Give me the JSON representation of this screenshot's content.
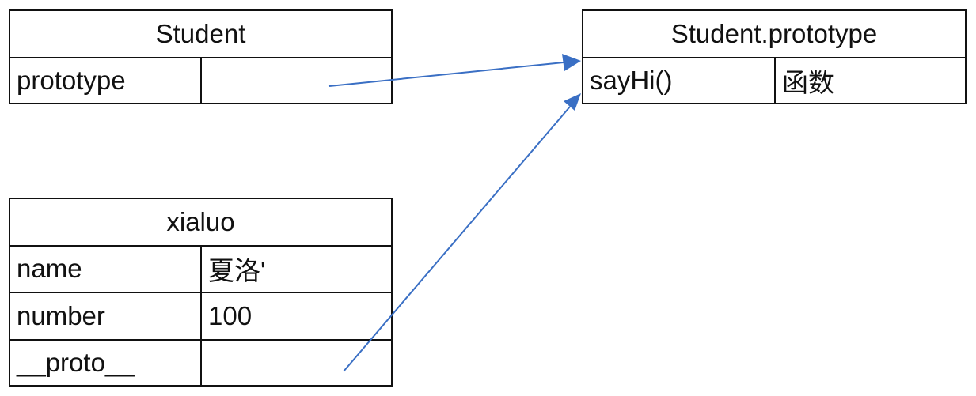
{
  "diagram": {
    "student": {
      "title": "Student",
      "rows": [
        {
          "key": "prototype",
          "value": ""
        }
      ]
    },
    "student_prototype": {
      "title": "Student.prototype",
      "rows": [
        {
          "key": "sayHi()",
          "value": "函数"
        }
      ]
    },
    "xialuo": {
      "title": "xialuo",
      "rows": [
        {
          "key": "name",
          "value": "夏洛'"
        },
        {
          "key": "number",
          "value": "100"
        },
        {
          "key": "__proto__",
          "value": ""
        }
      ]
    },
    "arrows": [
      {
        "from": "Student.prototype",
        "to": "Student.prototype box",
        "color": "#3a6fc4"
      },
      {
        "from": "xialuo.__proto__",
        "to": "Student.prototype box",
        "color": "#3a6fc4"
      }
    ]
  }
}
